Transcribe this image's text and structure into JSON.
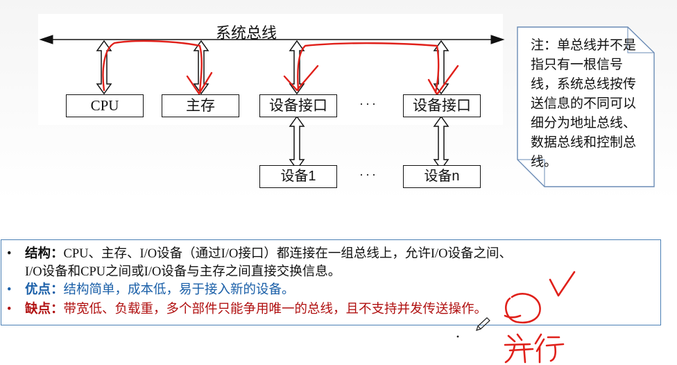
{
  "diagram": {
    "bus_label": "系统总线",
    "boxes": {
      "cpu": "CPU",
      "memory": "主存",
      "io_interface_1": "设备接口",
      "io_interface_2": "设备接口",
      "device_1": "设备1",
      "device_n": "设备n"
    },
    "ellipsis": "···"
  },
  "note": {
    "text": "注：单总线并不是指只有一根信号线，系统总线按传送信息的不同可以细分为地址总线、数据总线和控制总线。"
  },
  "bullets": {
    "structure_title": "结构：",
    "structure_text_1": "CPU、主存、I/O设备（通过I/O接口）都连接在一组总线上，允许I/O设备之间、",
    "structure_text_2": "I/O设备和CPU之间或I/O设备与主存之间直接交换信息。",
    "pros_title": "优点：",
    "pros_text": "结构简单，成本低，易于接入新的设备。",
    "cons_title": "缺点：",
    "cons_text": "带宽低、负载重，多个部件只能争用唯一的总线，且不支持并发传送操作。"
  },
  "colors": {
    "annotation_red": "#e0201a",
    "bullet_blue": "#1a5fa8",
    "bullet_red": "#b01010",
    "border_blue": "#4a7fb5"
  }
}
